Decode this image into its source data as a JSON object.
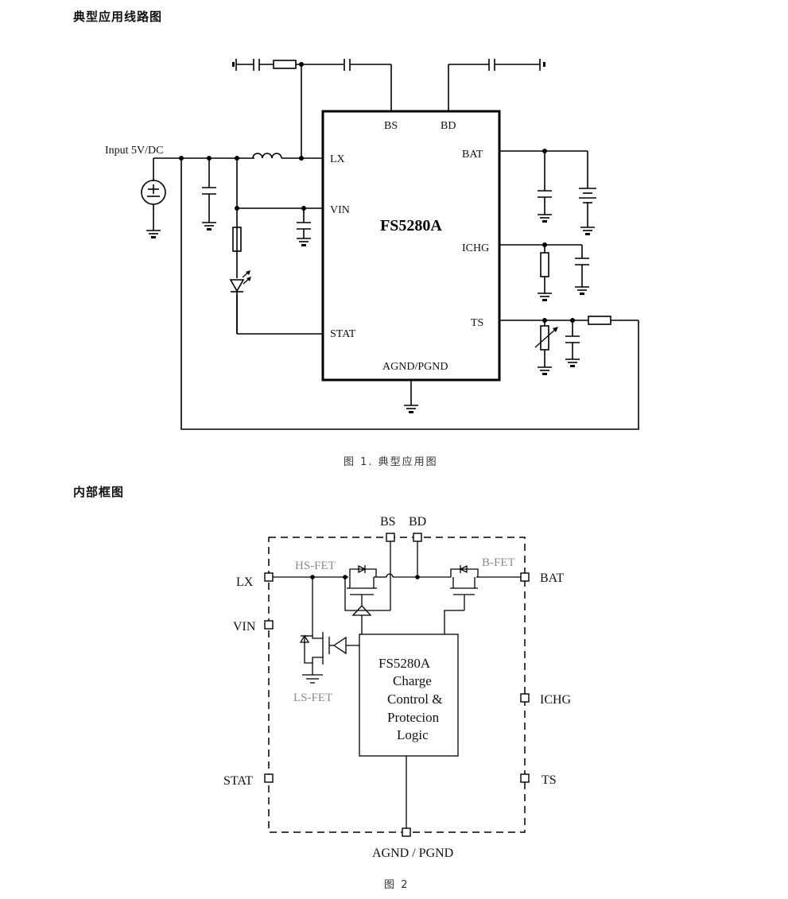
{
  "section1": {
    "heading": "典型应用线路图",
    "caption": "图 1. 典型应用图",
    "input_label": "Input  5V/DC",
    "chip": {
      "name": "FS5280A",
      "pins": {
        "bs": "BS",
        "bd": "BD",
        "lx": "LX",
        "vin": "VIN",
        "stat": "STAT",
        "bat": "BAT",
        "ichg": "ICHG",
        "ts": "TS",
        "gnd": "AGND/PGND"
      }
    }
  },
  "section2": {
    "heading": "内部框图",
    "caption": "图 2",
    "pins": {
      "bs": "BS",
      "bd": "BD",
      "lx": "LX",
      "vin": "VIN",
      "stat": "STAT",
      "bat": "BAT",
      "ichg": "ICHG",
      "ts": "TS",
      "gnd": "AGND / PGND"
    },
    "fets": {
      "hs": "HS-FET",
      "ls": "LS-FET",
      "b": "B-FET"
    },
    "block_lines": [
      "FS5280A",
      "Charge",
      "Control &",
      "Protecion",
      "Logic"
    ]
  }
}
